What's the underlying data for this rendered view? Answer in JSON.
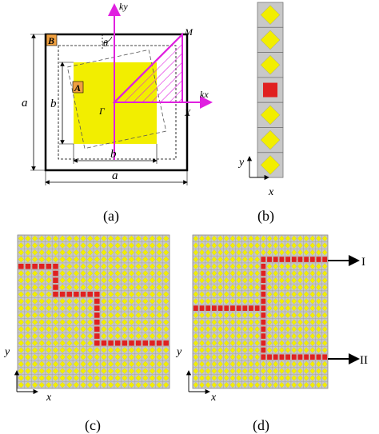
{
  "panel_a": {
    "caption": "(a)",
    "label_B": "B",
    "label_A": "A",
    "label_ky": "ky",
    "label_kx": "kx",
    "label_M": "M",
    "label_X": "X",
    "label_gamma": "Γ",
    "label_theta": "θ",
    "label_a_left": "a",
    "label_b_left": "b",
    "label_b_bottom": "b",
    "label_a_bottom": "a"
  },
  "panel_b": {
    "caption": "(b)",
    "label_x": "x",
    "label_y": "y",
    "cells": [
      "diamond",
      "diamond",
      "diamond",
      "square",
      "diamond",
      "diamond",
      "diamond"
    ]
  },
  "panel_c": {
    "caption": "(c)",
    "label_x": "x",
    "label_y": "y"
  },
  "panel_d": {
    "caption": "(d)",
    "label_x": "x",
    "label_y": "y",
    "port_I": "I",
    "port_II": "II"
  },
  "colors": {
    "yellow": "#f2ee00",
    "red": "#e02020",
    "grey": "#c8c8c8",
    "magenta": "#e020e0",
    "orange": "#f0a040"
  }
}
